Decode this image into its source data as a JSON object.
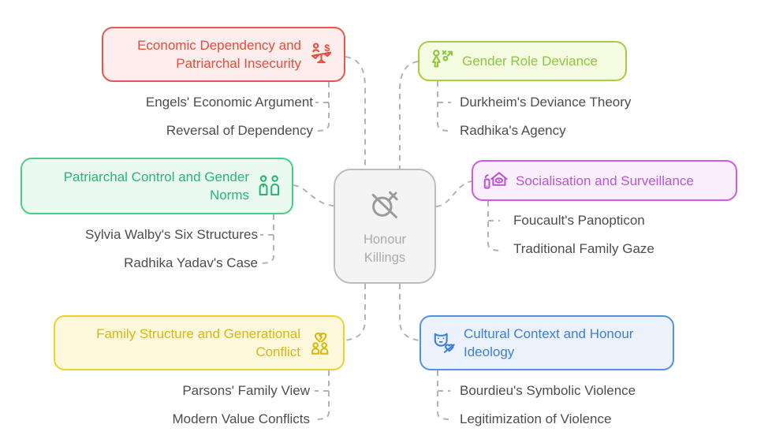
{
  "center": {
    "line1": "Honour",
    "line2": "Killings",
    "bg": "#f4f4f4",
    "border": "#bdbdbd",
    "text_color": "#ababab",
    "icon": "gender-symbol-off-icon"
  },
  "branches": [
    {
      "id": "economic-dependency",
      "title": "Economic Dependency and Patriarchal Insecurity",
      "icon": "balance-scale-person-dollar-icon",
      "border": "#E8574D",
      "bg": "#FDEDEC",
      "color": "#E74C3C",
      "items": [
        "Engels' Economic Argument",
        "Reversal of Dependency"
      ]
    },
    {
      "id": "gender-role-deviance",
      "title": "Gender Role Deviance",
      "icon": "person-strategy-icon",
      "border": "#A4CE3E",
      "bg": "#F5FBE0",
      "color": "#8CC63F",
      "items": [
        "Durkheim's Deviance Theory",
        "Radhika's Agency"
      ]
    },
    {
      "id": "patriarchal-control",
      "title": "Patriarchal Control and Gender Norms",
      "icon": "couple-icon",
      "border": "#49CD8C",
      "bg": "#EAFAF1",
      "color": "#29B474",
      "items": [
        "Sylvia Walby's Six Structures",
        "Radhika Yadav's Case"
      ]
    },
    {
      "id": "socialisation-surveillance",
      "title": "Socialisation and Surveillance",
      "icon": "house-eye-phone-icon",
      "border": "#C95FDC",
      "bg": "#FAEFFC",
      "color": "#BC53D4",
      "items": [
        "Foucault's Panopticon",
        "Traditional Family Gaze"
      ]
    },
    {
      "id": "family-structure",
      "title": "Family Structure and Generational Conflict",
      "icon": "broken-heart-family-icon",
      "border": "#EDD22B",
      "bg": "#FCF8DC",
      "color": "#D8B711",
      "items": [
        "Parsons' Family View",
        "Modern Value Conflicts"
      ]
    },
    {
      "id": "cultural-context",
      "title": "Cultural Context and Honour Ideology",
      "icon": "mask-slashed-heart-icon",
      "border": "#5490E4",
      "bg": "#EBF2FB",
      "color": "#3E7FD6",
      "items": [
        "Bourdieu's Symbolic Violence",
        "Legitimization of Violence"
      ]
    }
  ],
  "connector_color": "#b3b3b3",
  "item_text_color": "#4d4d4d"
}
